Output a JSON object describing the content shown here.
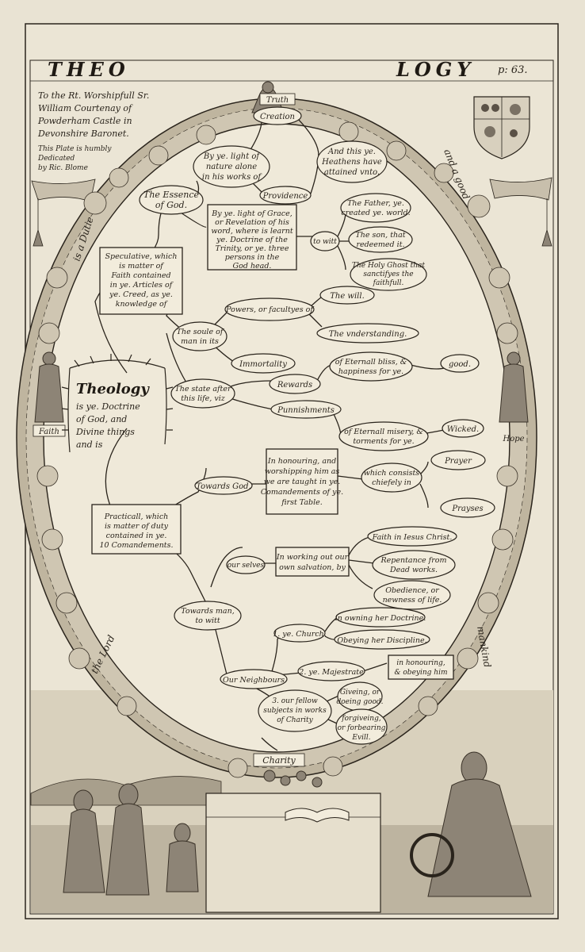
{
  "header": {
    "title_left": "THEO",
    "title_right": "LOGY",
    "page_ref": "p: 63."
  },
  "dedication": [
    "To the Rt. Worshipfull Sr.",
    "William Courtenay of",
    "Powderham Castle in",
    "Devonshire Baronet.",
    "This Plate is humbly",
    "Dedicated",
    "by Ric. Blome"
  ],
  "border_words": {
    "left_top": "is a Dutie",
    "right_top": "and a good",
    "left_bottom": "the Lord",
    "right_bottom": "mankind"
  },
  "virtues": {
    "faith": "Faith",
    "hope": "Hope",
    "charity": "Charity",
    "truth": "Truth"
  },
  "theology": {
    "title": "Theology",
    "lines": [
      "is ye. Doctrine",
      "of God, and",
      "Divine things",
      "and is"
    ]
  },
  "nodes": [
    {
      "id": "creation",
      "lines": [
        "Creation"
      ]
    },
    {
      "id": "light_nature",
      "lines": [
        "By ye. light of",
        "nature alone",
        "in his works of"
      ]
    },
    {
      "id": "heathens",
      "lines": [
        "And this ye.",
        "Heathens have",
        "attained vnto."
      ]
    },
    {
      "id": "providence",
      "lines": [
        "Providence"
      ]
    },
    {
      "id": "essence",
      "lines": [
        "The Essence",
        "of God."
      ]
    },
    {
      "id": "light_grace",
      "lines": [
        "By ye. light of Grace,",
        "or Revelation of his",
        "word, where is learnt",
        "ye. Doctrine of the",
        "Trinity, or ye. three",
        "persons in the",
        "God head."
      ]
    },
    {
      "id": "to_witt",
      "lines": [
        "to witt"
      ]
    },
    {
      "id": "father",
      "lines": [
        "The Father, ye.",
        "created ye. world."
      ]
    },
    {
      "id": "son",
      "lines": [
        "The son, that",
        "redeemed it."
      ]
    },
    {
      "id": "ghost",
      "lines": [
        "The Holy Ghost that",
        "sanctifyes the",
        "faithfull."
      ]
    },
    {
      "id": "speculative",
      "lines": [
        "Speculative, which",
        "is matter of",
        "Faith contained",
        "in ye. Articles of",
        "ye. Creed, as ye.",
        "knowledge of"
      ]
    },
    {
      "id": "powers",
      "lines": [
        "Powers, or facultyes of"
      ]
    },
    {
      "id": "will",
      "lines": [
        "The will."
      ]
    },
    {
      "id": "understanding",
      "lines": [
        "The vnderstanding."
      ]
    },
    {
      "id": "soule",
      "lines": [
        "The soule of",
        "man in its"
      ]
    },
    {
      "id": "immortality",
      "lines": [
        "Immortality"
      ]
    },
    {
      "id": "rewards",
      "lines": [
        "Rewards"
      ]
    },
    {
      "id": "bliss",
      "lines": [
        "of Eternall bliss, &",
        "happiness for ye."
      ]
    },
    {
      "id": "good",
      "lines": [
        "good."
      ]
    },
    {
      "id": "state",
      "lines": [
        "The state after",
        "this life, viz"
      ]
    },
    {
      "id": "punishments",
      "lines": [
        "Punnishments"
      ]
    },
    {
      "id": "misery",
      "lines": [
        "of Eternall misery, &",
        "torments for ye."
      ]
    },
    {
      "id": "wicked",
      "lines": [
        "Wicked."
      ]
    },
    {
      "id": "towards_god",
      "lines": [
        "Towards God."
      ]
    },
    {
      "id": "honouring",
      "lines": [
        "In honouring, and",
        "worshipping him as",
        "we are taught in ye.",
        "Comandements of ye.",
        "first Table."
      ]
    },
    {
      "id": "consists",
      "lines": [
        "which consists",
        "chiefely in"
      ]
    },
    {
      "id": "prayer",
      "lines": [
        "Prayer"
      ]
    },
    {
      "id": "praises",
      "lines": [
        "Prayses"
      ]
    },
    {
      "id": "practical",
      "lines": [
        "Practicall, which",
        "is matter of duty",
        "contained in ye.",
        "10 Comandements."
      ]
    },
    {
      "id": "our_selves",
      "lines": [
        "our selves"
      ]
    },
    {
      "id": "salvation",
      "lines": [
        "In working out our",
        "own salvation, by"
      ]
    },
    {
      "id": "faith_jesus",
      "lines": [
        "Faith in Iesus Christ."
      ]
    },
    {
      "id": "repentance",
      "lines": [
        "Repentance from",
        "Dead works."
      ]
    },
    {
      "id": "obedience",
      "lines": [
        "Obedience, or",
        "newness of life."
      ]
    },
    {
      "id": "towards_man",
      "lines": [
        "Towards man,",
        "to witt"
      ]
    },
    {
      "id": "church",
      "lines": [
        "1. ye. Church."
      ]
    },
    {
      "id": "owning",
      "lines": [
        "in owning her Doctrine."
      ]
    },
    {
      "id": "obeying_disc",
      "lines": [
        "Obeying her Discipline."
      ]
    },
    {
      "id": "neighbours",
      "lines": [
        "Our Neighbours"
      ]
    },
    {
      "id": "magistrate",
      "lines": [
        "2. ye. Majestrate"
      ]
    },
    {
      "id": "honouring_him",
      "lines": [
        "in honouring,",
        "& obeying him"
      ]
    },
    {
      "id": "fellow",
      "lines": [
        "3. our fellow",
        "subjects in works",
        "of Charity"
      ]
    },
    {
      "id": "giveing",
      "lines": [
        "Giveing, or",
        "doeing good."
      ]
    },
    {
      "id": "forgiveing",
      "lines": [
        "forgiveing,",
        "or forbearing",
        "Evill."
      ]
    }
  ],
  "colors": {
    "paper": "#e9e3d3",
    "ink": "#2a241c",
    "oval_fill": "#efe9d9",
    "frame": "#bfb59f"
  }
}
